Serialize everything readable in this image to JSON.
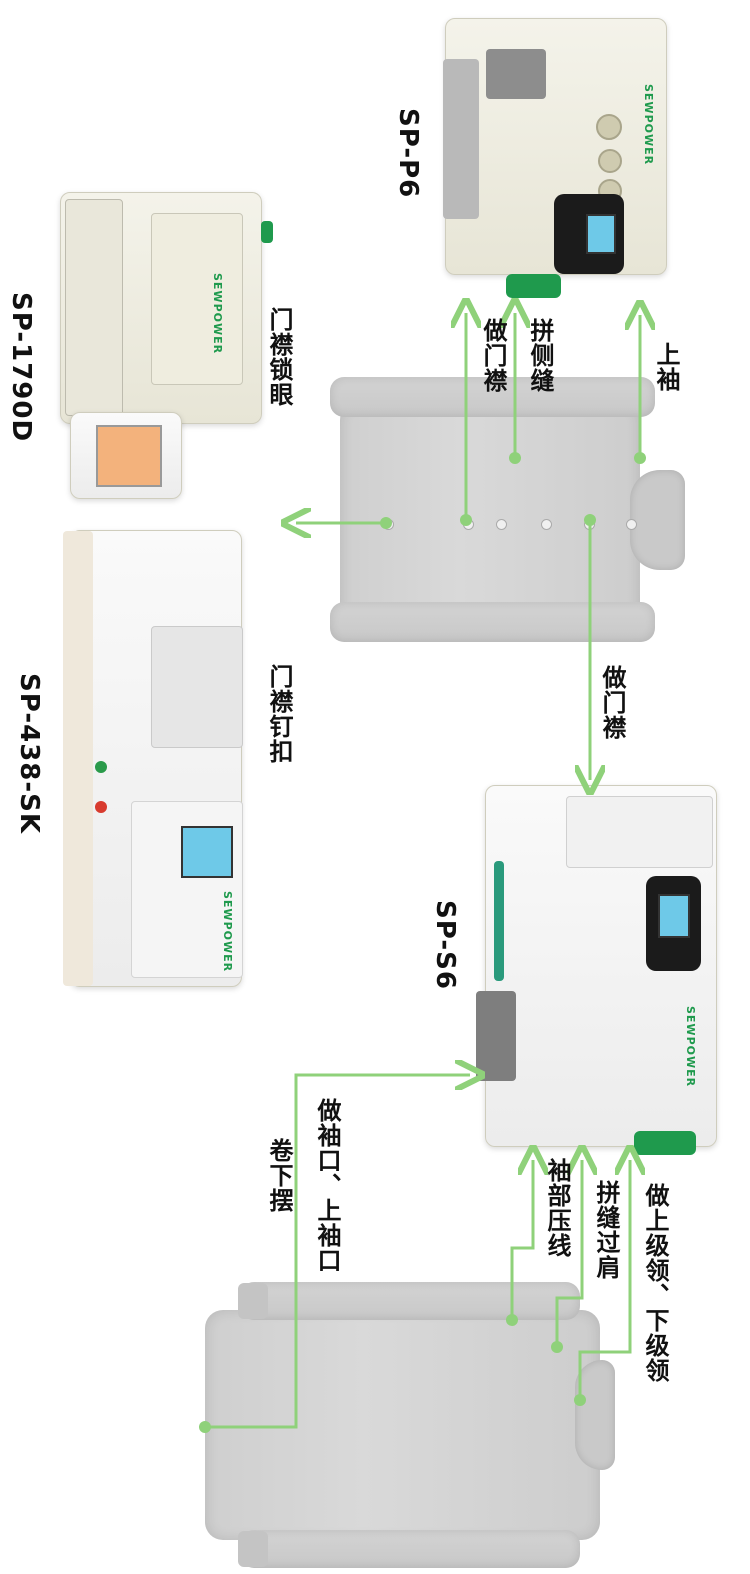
{
  "models": {
    "p6": "SP-P6",
    "d1790": "SP-1790D",
    "sk438": "SP-438-SK",
    "s6": "SP-S6"
  },
  "operations": {
    "placket_top": "做门襟",
    "side_seam": "拼侧缝",
    "set_sleeve": "上袖",
    "buttonhole": "门襟锁眼",
    "button_sew": "门襟钉扣",
    "placket_mid": "做门襟",
    "cuff": "做袖口、上袖口",
    "hem": "卷下摆",
    "sleeve_topstitch": "袖部压线",
    "shoulder": "拼缝过肩",
    "collar": "做上级领、下级领"
  },
  "brand": "SEWPOWER",
  "colors": {
    "flow_line": "#8fd17a",
    "flow_dot": "#8fd17a",
    "accent_green": "#1f9a4d"
  }
}
